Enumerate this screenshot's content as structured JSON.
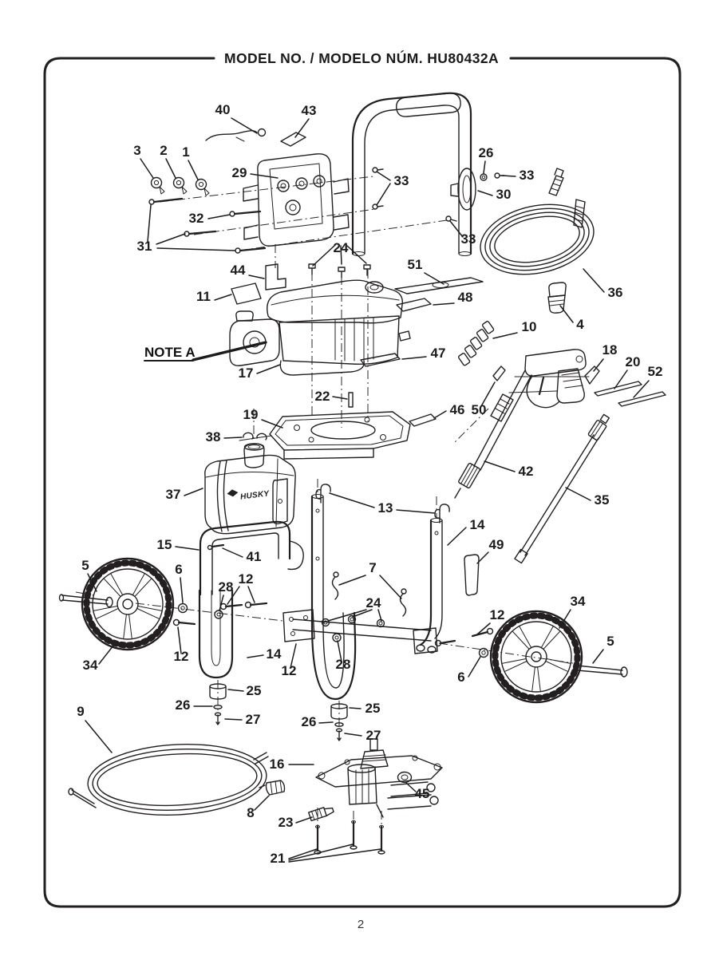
{
  "title": "MODEL NO. / MODELO NÚM. HU80432A",
  "note": "NOTE A",
  "tank_brand": "HUSKY",
  "page_number": "2",
  "colors": {
    "ink": "#231f20",
    "background": "#ffffff"
  },
  "callouts": [
    "40",
    "43",
    "3",
    "2",
    "1",
    "26",
    "33",
    "29",
    "33",
    "30",
    "32",
    "33",
    "31",
    "24",
    "44",
    "51",
    "11",
    "48",
    "36",
    "4",
    "10",
    "47",
    "17",
    "18",
    "20",
    "52",
    "22",
    "19",
    "46",
    "50",
    "38",
    "42",
    "37",
    "13",
    "35",
    "14",
    "15",
    "41",
    "49",
    "5",
    "6",
    "7",
    "12",
    "28",
    "24",
    "34",
    "12",
    "34",
    "12",
    "14",
    "12",
    "28",
    "6",
    "5",
    "25",
    "26",
    "27",
    "25",
    "26",
    "27",
    "9",
    "16",
    "45",
    "8",
    "23",
    "21"
  ]
}
